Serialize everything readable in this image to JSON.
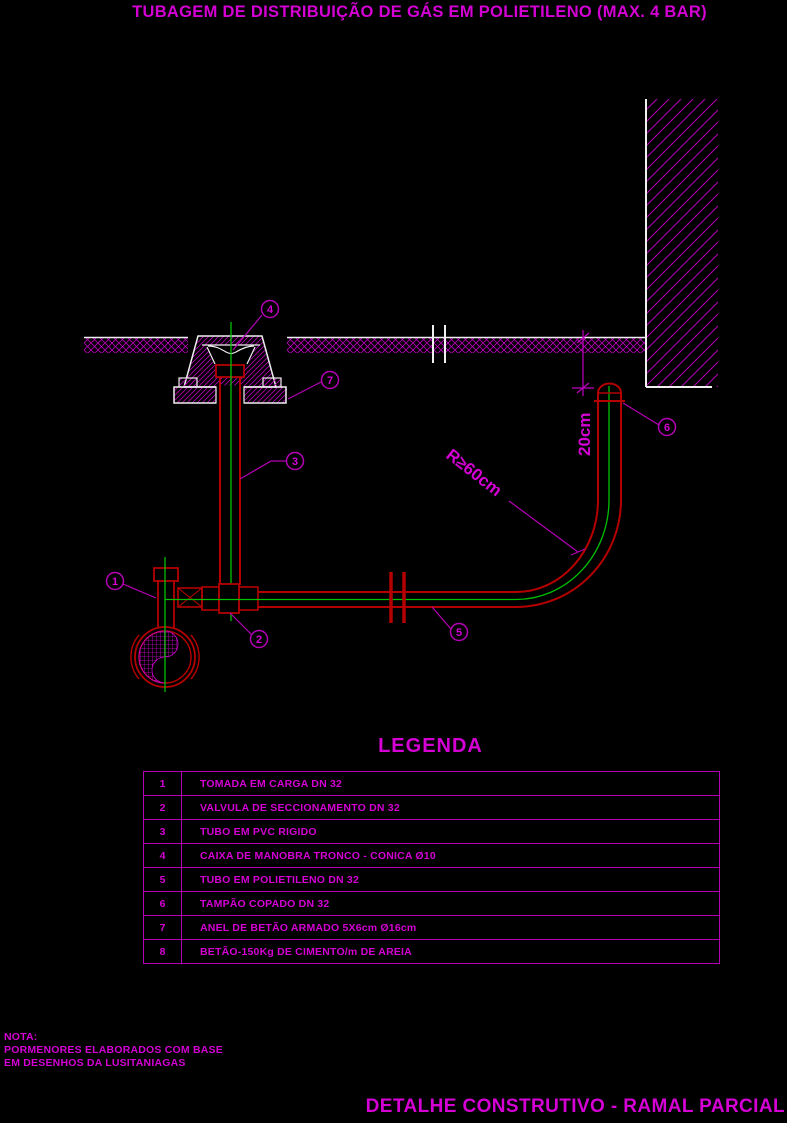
{
  "title": "TUBAGEM DE DISTRIBUIÇÃO DE GÁS EM POLIETILENO (MAX. 4 BAR)",
  "drawing": {
    "dimensions": {
      "depth": "20cm",
      "bend_radius": "R≥60cm"
    },
    "callouts": {
      "m1": "1",
      "m2": "2",
      "m3": "3",
      "m4": "4",
      "m5": "5",
      "m6": "6",
      "m7": "7"
    }
  },
  "legend": {
    "heading": "LEGENDA",
    "rows": [
      {
        "num": "1",
        "desc": "TOMADA EM CARGA DN 32"
      },
      {
        "num": "2",
        "desc": "VALVULA DE SECCIONAMENTO DN 32"
      },
      {
        "num": "3",
        "desc": "TUBO EM PVC RIGIDO"
      },
      {
        "num": "4",
        "desc": "CAIXA DE MANOBRA TRONCO - CONICA Ø10"
      },
      {
        "num": "5",
        "desc": "TUBO EM POLIETILENO DN 32"
      },
      {
        "num": "6",
        "desc": "TAMPÃO COPADO DN 32"
      },
      {
        "num": "7",
        "desc": "ANEL DE BETÃO ARMADO 5X6cm Ø16cm"
      },
      {
        "num": "8",
        "desc": "BETÃO-150Kg DE CIMENTO/m DE AREIA"
      }
    ]
  },
  "note": {
    "line1": "NOTA:",
    "line2": "PORMENORES ELABORADOS COM BASE",
    "line3": "EM DESENHOS DA LUSITANIAGAS"
  },
  "footer_title": "DETALHE CONSTRUTIVO - RAMAL PARCIAL",
  "colors": {
    "magenta": "#d400d4",
    "hatch_magenta": "#b400b4",
    "red": "#b40000",
    "green": "#00c000",
    "white": "#f0f0f0",
    "background": "#000000"
  }
}
